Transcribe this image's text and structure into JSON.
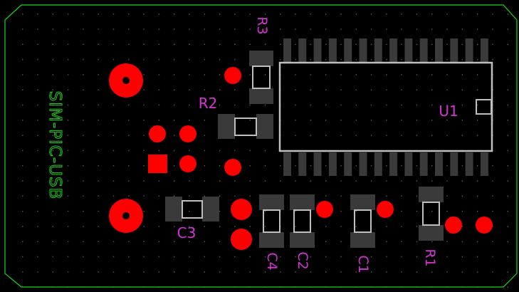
{
  "board": {
    "silkscreen_text": "SIM-PIC-USB",
    "colors": {
      "background": "#000000",
      "outline": "#19d619",
      "silkscreen": "#19d619",
      "pad": "#ff0000",
      "smd_pad": "#3a3a3a",
      "ic_pin": "#3a3a3a",
      "body_outline": "#bfbfbf",
      "designator": "#d633d6",
      "grid_dot": "#5a5a5a"
    }
  },
  "designators": {
    "r3": "R3",
    "r2": "R2",
    "u1": "U1",
    "c3": "C3",
    "c4": "C4",
    "c2": "C2",
    "c1": "C1",
    "r1": "R1"
  }
}
